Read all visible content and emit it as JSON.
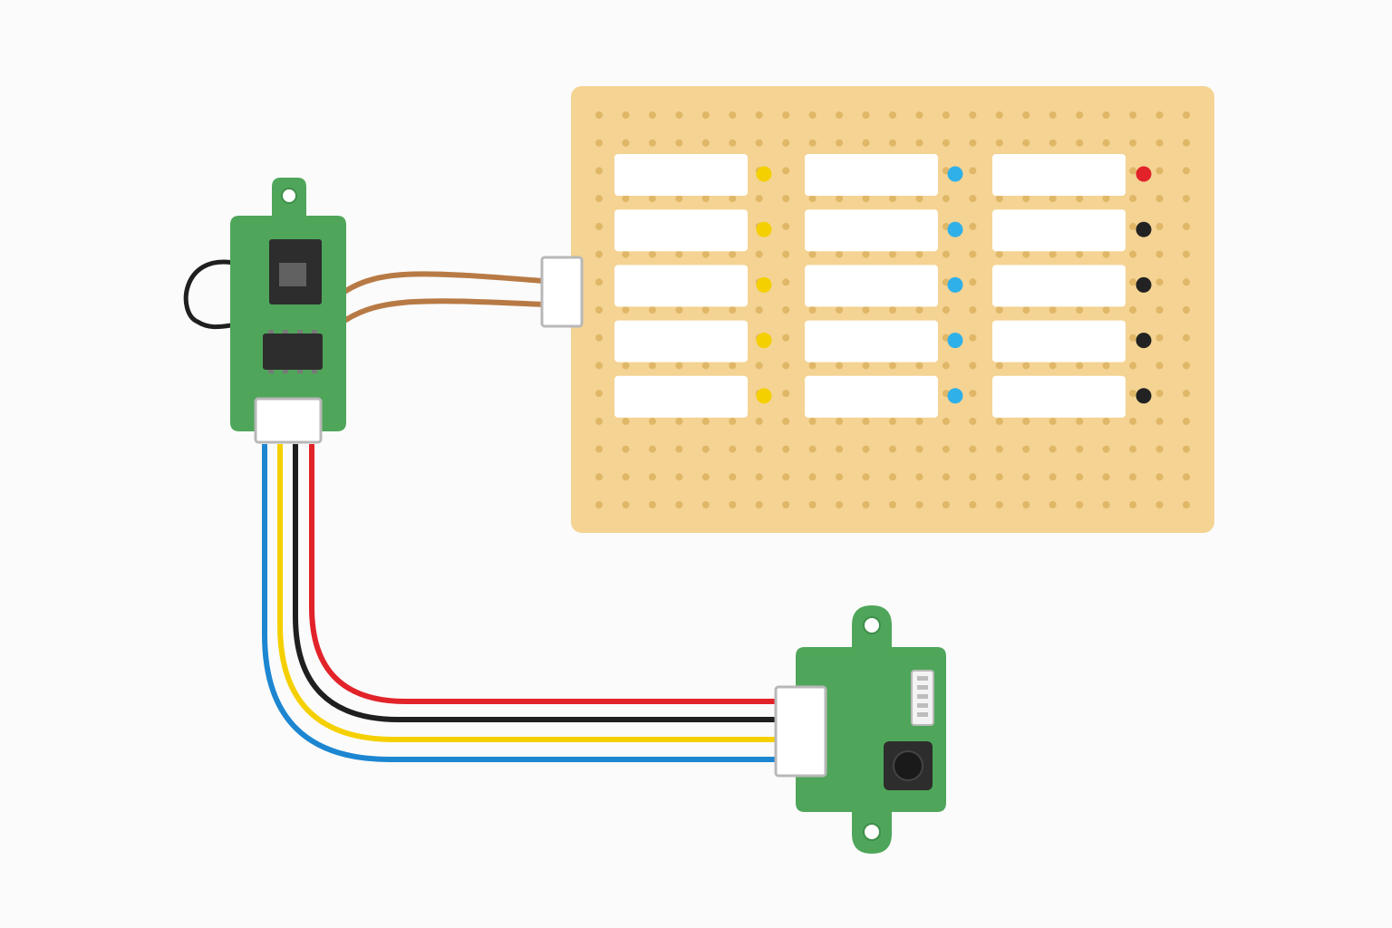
{
  "colors": {
    "background": "#fbfbfb",
    "perfboard": "#f4d393",
    "perfboard_hole": "#e0b767",
    "pcb_green": "#4fa65a",
    "pcb_edge": "#3f8f4a",
    "connector": "#ffffff",
    "connector_edge": "#b8b8b8",
    "ic": "#2d2d2d",
    "wire_red": "#e2232a",
    "wire_black": "#1f1f1f",
    "wire_yellow": "#f5d000",
    "wire_blue": "#1c86d1",
    "wire_brown": "#b87a45",
    "label_blank": "#ffffff"
  },
  "perfboard": {
    "hole_rows": 15,
    "hole_columns": 23,
    "label_rows": 5,
    "label_columns": 3,
    "marker_columns": [
      [
        "yellow",
        "yellow",
        "yellow",
        "yellow",
        "yellow"
      ],
      [
        "blue",
        "blue",
        "blue",
        "blue",
        "blue"
      ],
      [
        "red",
        "black",
        "black",
        "black",
        "black"
      ]
    ]
  },
  "icons": {
    "controller_board": "microcontroller-board-icon",
    "sensor_module": "sensor-module-icon",
    "perfboard": "perfboard-icon",
    "ribbon_cable": "four-wire-cable-icon",
    "brown_cable": "two-wire-cable-icon",
    "loop_wire": "antenna-wire-icon"
  },
  "cable_wires": [
    "red",
    "black",
    "yellow",
    "blue"
  ]
}
